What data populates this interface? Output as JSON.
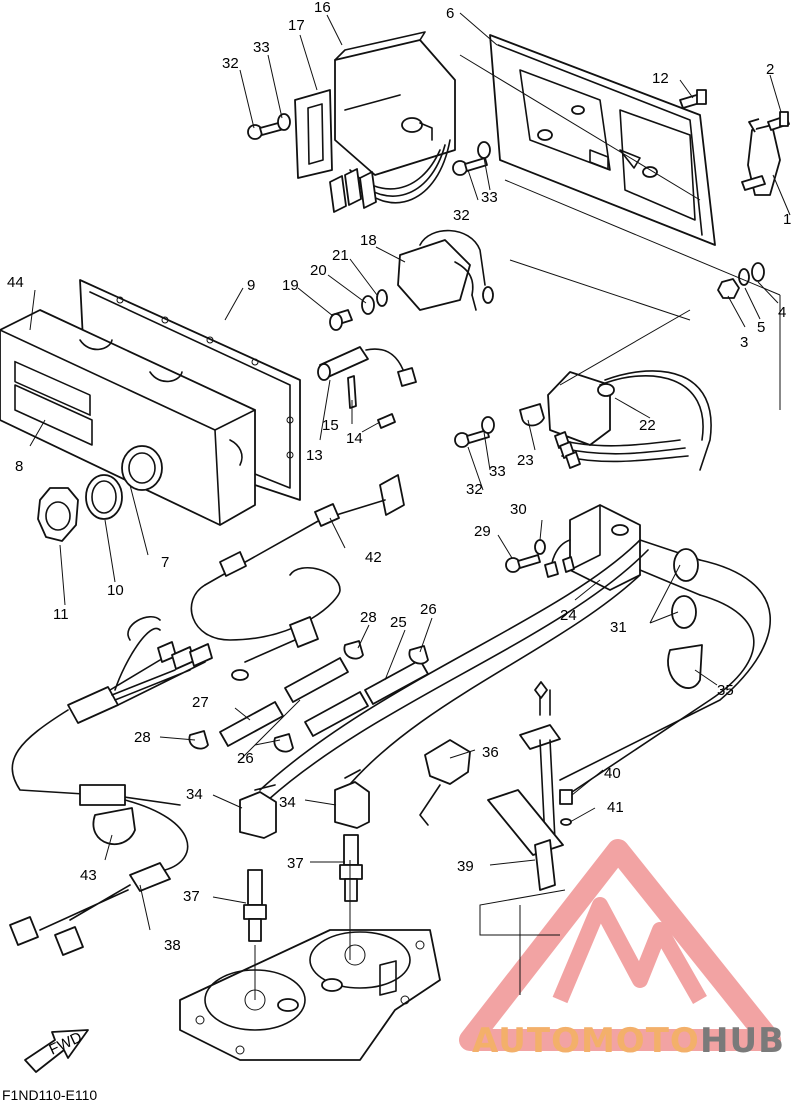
{
  "diagram": {
    "code": "F1ND110-E110",
    "fwd_label": "FWD",
    "callouts": [
      {
        "id": "c1",
        "label": "1"
      },
      {
        "id": "c2",
        "label": "2"
      },
      {
        "id": "c3",
        "label": "3"
      },
      {
        "id": "c4",
        "label": "4"
      },
      {
        "id": "c5",
        "label": "5"
      },
      {
        "id": "c6",
        "label": "6"
      },
      {
        "id": "c7",
        "label": "7"
      },
      {
        "id": "c8",
        "label": "8"
      },
      {
        "id": "c9",
        "label": "9"
      },
      {
        "id": "c10",
        "label": "10"
      },
      {
        "id": "c11",
        "label": "11"
      },
      {
        "id": "c12",
        "label": "12"
      },
      {
        "id": "c13",
        "label": "13"
      },
      {
        "id": "c14",
        "label": "14"
      },
      {
        "id": "c15",
        "label": "15"
      },
      {
        "id": "c16",
        "label": "16"
      },
      {
        "id": "c17",
        "label": "17"
      },
      {
        "id": "c18",
        "label": "18"
      },
      {
        "id": "c19",
        "label": "19"
      },
      {
        "id": "c20",
        "label": "20"
      },
      {
        "id": "c21",
        "label": "21"
      },
      {
        "id": "c22",
        "label": "22"
      },
      {
        "id": "c23",
        "label": "23"
      },
      {
        "id": "c24",
        "label": "24"
      },
      {
        "id": "c25",
        "label": "25"
      },
      {
        "id": "c26a",
        "label": "26"
      },
      {
        "id": "c26b",
        "label": "26"
      },
      {
        "id": "c27",
        "label": "27"
      },
      {
        "id": "c28a",
        "label": "28"
      },
      {
        "id": "c28b",
        "label": "28"
      },
      {
        "id": "c29",
        "label": "29"
      },
      {
        "id": "c30",
        "label": "30"
      },
      {
        "id": "c31",
        "label": "31"
      },
      {
        "id": "c32a",
        "label": "32"
      },
      {
        "id": "c32b",
        "label": "32"
      },
      {
        "id": "c32c",
        "label": "32"
      },
      {
        "id": "c33a",
        "label": "33"
      },
      {
        "id": "c33b",
        "label": "33"
      },
      {
        "id": "c33c",
        "label": "33"
      },
      {
        "id": "c34a",
        "label": "34"
      },
      {
        "id": "c34b",
        "label": "34"
      },
      {
        "id": "c35",
        "label": "35"
      },
      {
        "id": "c36",
        "label": "36"
      },
      {
        "id": "c37a",
        "label": "37"
      },
      {
        "id": "c37b",
        "label": "37"
      },
      {
        "id": "c38",
        "label": "38"
      },
      {
        "id": "c39",
        "label": "39"
      },
      {
        "id": "c40",
        "label": "40"
      },
      {
        "id": "c41",
        "label": "41"
      },
      {
        "id": "c42",
        "label": "42"
      },
      {
        "id": "c43",
        "label": "43"
      },
      {
        "id": "c44",
        "label": "44"
      }
    ]
  },
  "watermark": {
    "text_left": "AUTOMOTO",
    "text_right": "HUB",
    "color_left": "#f3b06a",
    "color_right": "#7a7a7a",
    "triangle_color": "#f2a3a3"
  }
}
